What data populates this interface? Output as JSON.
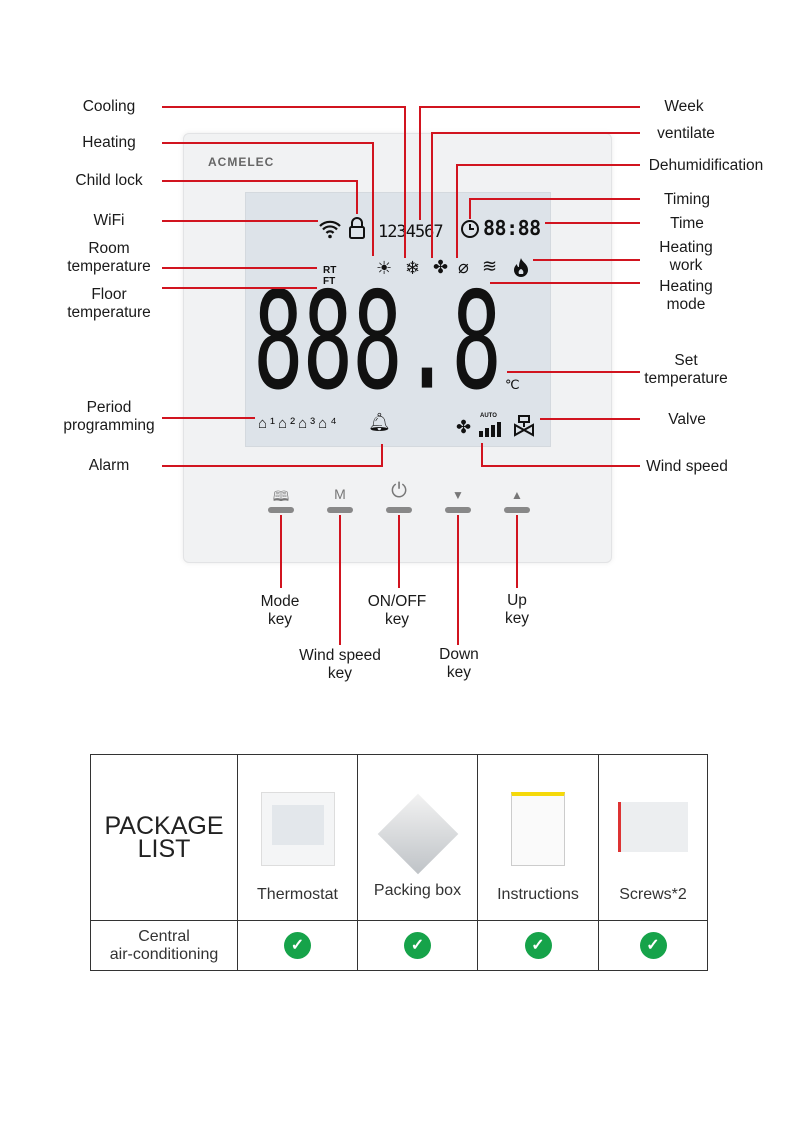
{
  "brand": "ACMELEC",
  "callouts_left": {
    "cooling": "Cooling",
    "heating": "Heating",
    "child_lock": "Child lock",
    "wifi": "WiFi",
    "room_temp_1": "Room",
    "room_temp_2": "temperature",
    "floor_temp_1": "Floor",
    "floor_temp_2": "temperature",
    "period_1": "Period",
    "period_2": "programming",
    "alarm": "Alarm"
  },
  "callouts_right": {
    "week": "Week",
    "ventilate": "ventilate",
    "dehumidification": "Dehumidification",
    "timing": "Timing",
    "time": "Time",
    "heating_work_1": "Heating",
    "heating_work_2": "work",
    "heating_mode_1": "Heating",
    "heating_mode_2": "mode",
    "set_temp_1": "Set",
    "set_temp_2": "temperature",
    "valve": "Valve",
    "wind_speed": "Wind speed"
  },
  "keys": {
    "mode_1": "Mode",
    "mode_2": "key",
    "wind_1": "Wind speed",
    "wind_2": "key",
    "onoff_1": "ON/OFF",
    "onoff_2": "key",
    "down_1": "Down",
    "down_2": "key",
    "up_1": "Up",
    "up_2": "key",
    "m_label": "M"
  },
  "lcd": {
    "week_digits": "1234567",
    "time": "88:88",
    "temp": "888.8",
    "rt": "RT",
    "ft": "FT",
    "unit": "℃",
    "auto": "AUTO"
  },
  "package": {
    "title_1": "PACKAGE",
    "title_2": "LIST",
    "items": [
      "Thermostat",
      "Packing box",
      "Instructions",
      "Screws*2"
    ],
    "row_label_1": "Central",
    "row_label_2": "air-conditioning",
    "check": "✓"
  },
  "colors": {
    "callout": "#d1141f",
    "check": "#16a34a"
  }
}
